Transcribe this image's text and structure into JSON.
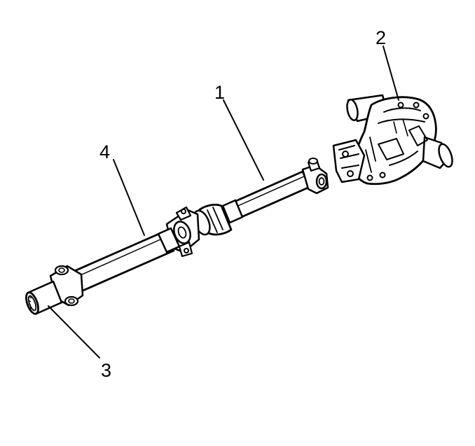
{
  "callouts": {
    "front_shaft": "1",
    "rear_axle": "2",
    "slip_yoke": "3",
    "rear_shaft": "4"
  },
  "colors": {
    "ink": "#000000",
    "paper": "#ffffff"
  }
}
